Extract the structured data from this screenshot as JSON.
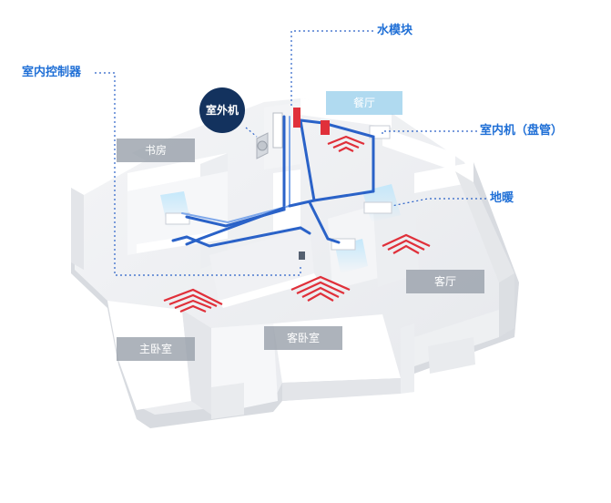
{
  "labels": {
    "water_module": "水模块",
    "indoor_controller": "室内控制器",
    "outdoor_unit": "室外机",
    "indoor_unit_coil": "室内机（盘管）",
    "floor_heating": "地暖"
  },
  "rooms": {
    "dining": "餐厅",
    "study": "书房",
    "living": "客厅",
    "master_bedroom": "主卧室",
    "guest_bedroom": "客卧室"
  },
  "colors": {
    "pipe": "#2a62c8",
    "callout_text": "#1f6fd6",
    "heating_coil": "#e0303a",
    "badge": "#13325e"
  }
}
